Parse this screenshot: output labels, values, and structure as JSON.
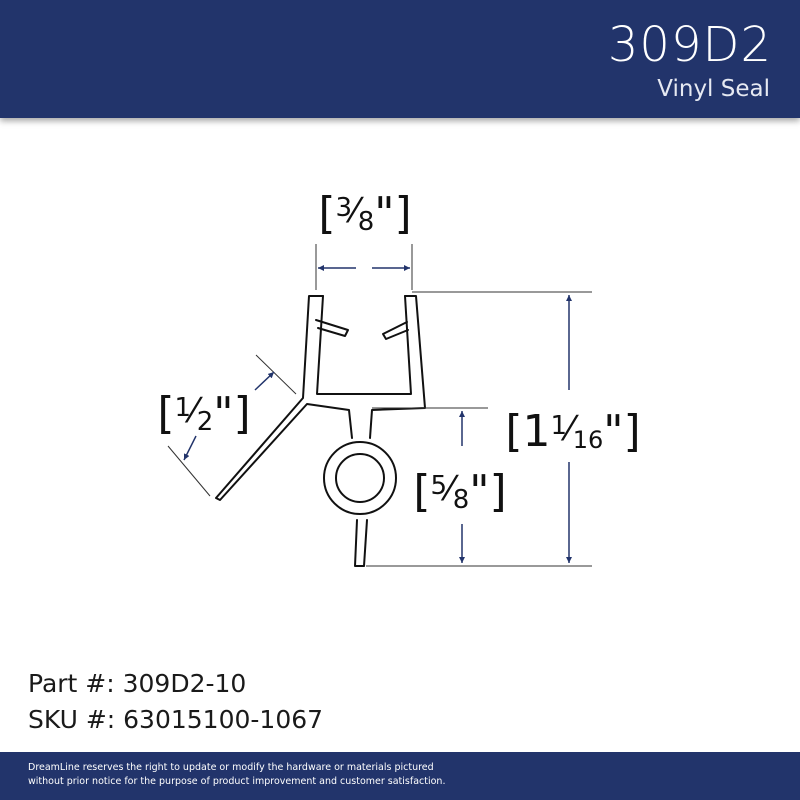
{
  "header": {
    "model": "309D2",
    "subtitle": "Vinyl Seal"
  },
  "dimensions": {
    "width_top": {
      "open": "[",
      "num": "3",
      "den": "8",
      "close": "\"]"
    },
    "angled_flap": {
      "open": "[",
      "num": "1",
      "den": "2",
      "close": "\"]"
    },
    "overall_height": {
      "open": "[",
      "whole": "1",
      "num": "1",
      "den": "16",
      "close": "\"]"
    },
    "lower_height": {
      "open": "[",
      "num": "5",
      "den": "8",
      "close": "\"]"
    }
  },
  "part_info": {
    "part": "Part #: 309D2-10",
    "sku": "SKU #: 63015100-1067"
  },
  "footer": {
    "disclaimer_line1": "DreamLine reserves the right to update or modify the hardware or materials pictured",
    "disclaimer_line2": "without prior notice for the purpose of product improvement and customer satisfaction."
  },
  "colors": {
    "brand_navy": "#22346b",
    "dimension_arrow": "#22346b",
    "profile_line": "#111111"
  }
}
